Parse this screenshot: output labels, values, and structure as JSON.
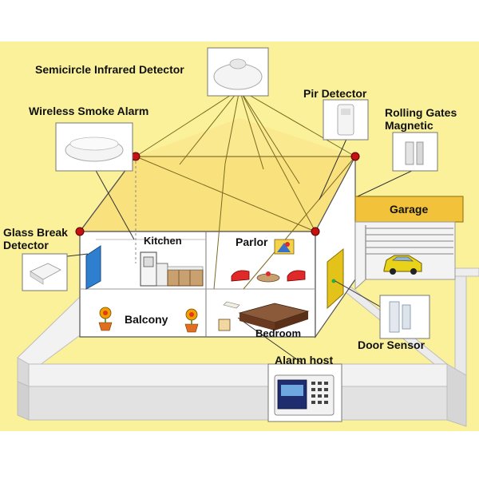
{
  "labels": {
    "semicircle_detector": "Semicircle Infrared Detector",
    "smoke_alarm": "Wireless Smoke Alarm",
    "pir_detector": "Pir Detector",
    "rolling_gates_line1": "Rolling Gates",
    "rolling_gates_line2": "Magnetic",
    "glass_break_line1": "Glass Break",
    "glass_break_line2": "Detector",
    "garage": "Garage",
    "kitchen": "Kitchen",
    "parlor": "Parlor",
    "balcony": "Balcony",
    "bedroom": "Bedroom",
    "door_sensor": "Door Sensor",
    "alarm_host": "Alarm host"
  },
  "colors": {
    "background": "#faf19a",
    "roof_fill": "#f9e27e",
    "wall_fill": "#ffffff",
    "garage_band": "#f2c23a",
    "beam_line": "#7a6a20",
    "sensor_dot": "#c41212",
    "window_blue": "#2f7fd0",
    "door_yellow": "#e3c21a",
    "car_yellow": "#e8d21a",
    "fence": "#e6e6e6"
  },
  "icons": [
    "dome-detector-icon",
    "smoke-alarm-icon",
    "pir-sensor-icon",
    "magnetic-contact-icon",
    "glass-break-sensor-icon",
    "door-sensor-icon",
    "alarm-panel-icon",
    "car-icon",
    "flower-pot-icon",
    "sofa-icon",
    "bed-icon",
    "stove-icon"
  ]
}
